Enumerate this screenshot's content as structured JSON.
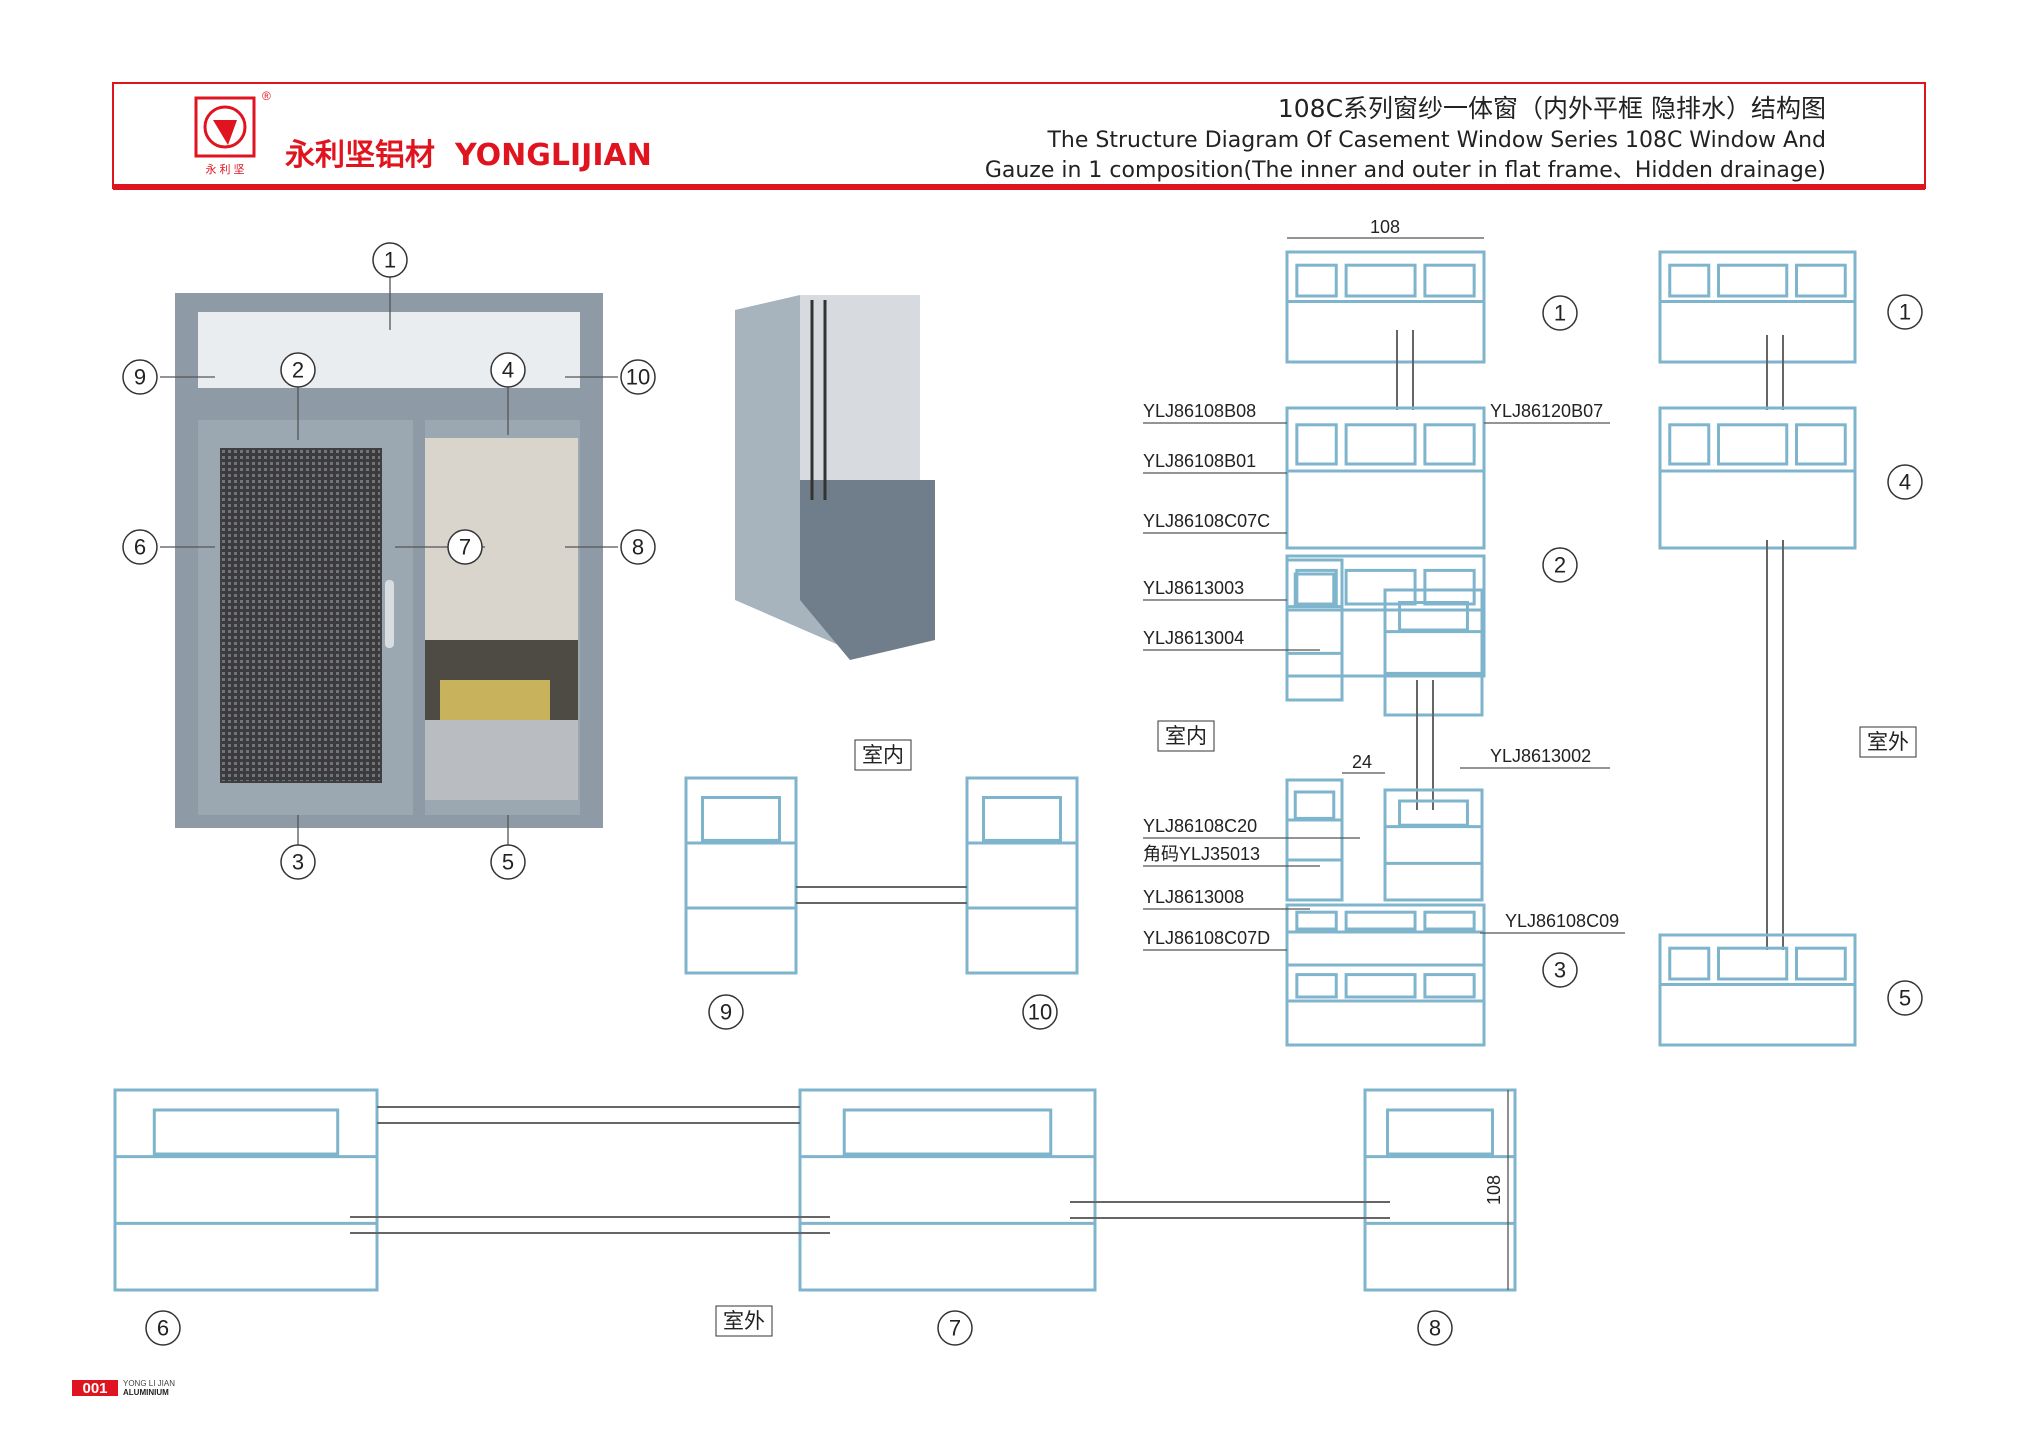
{
  "header": {
    "brand_cn": "永利坚铝材",
    "brand_en": "YONGLIJIAN",
    "logo_caption": "永 利 坚",
    "registered_mark": "®",
    "title_cn": "108C系列窗纱一体窗（内外平框 隐排水）结构图",
    "title_en_line1": "The Structure Diagram Of Casement Window Series 108C  Window And",
    "title_en_line2": "Gauze in 1 composition(The inner and outer in flat frame、Hidden drainage)"
  },
  "colors": {
    "brand_red": "#e0141e",
    "profile_blue": "#8dbfd4",
    "frame_grey": "#8e9ba6"
  },
  "callouts": [
    "1",
    "2",
    "3",
    "4",
    "5",
    "6",
    "7",
    "8",
    "9",
    "10"
  ],
  "sections": {
    "indoor": "室内",
    "outdoor": "室外",
    "dim_108": "108",
    "dim_24": "24"
  },
  "part_labels": [
    "YLJ86108B08",
    "YLJ86120B07",
    "YLJ86108B01",
    "YLJ86108C07C",
    "YLJ8613003",
    "YLJ8613004",
    "YLJ8613002",
    "YLJ86108C20",
    "角码YLJ35013",
    "YLJ8613008",
    "YLJ86108C07D",
    "YLJ86108C09"
  ],
  "footer": {
    "page": "001",
    "line1": "YONG LI JIAN",
    "line2": "ALUMINIUM"
  }
}
